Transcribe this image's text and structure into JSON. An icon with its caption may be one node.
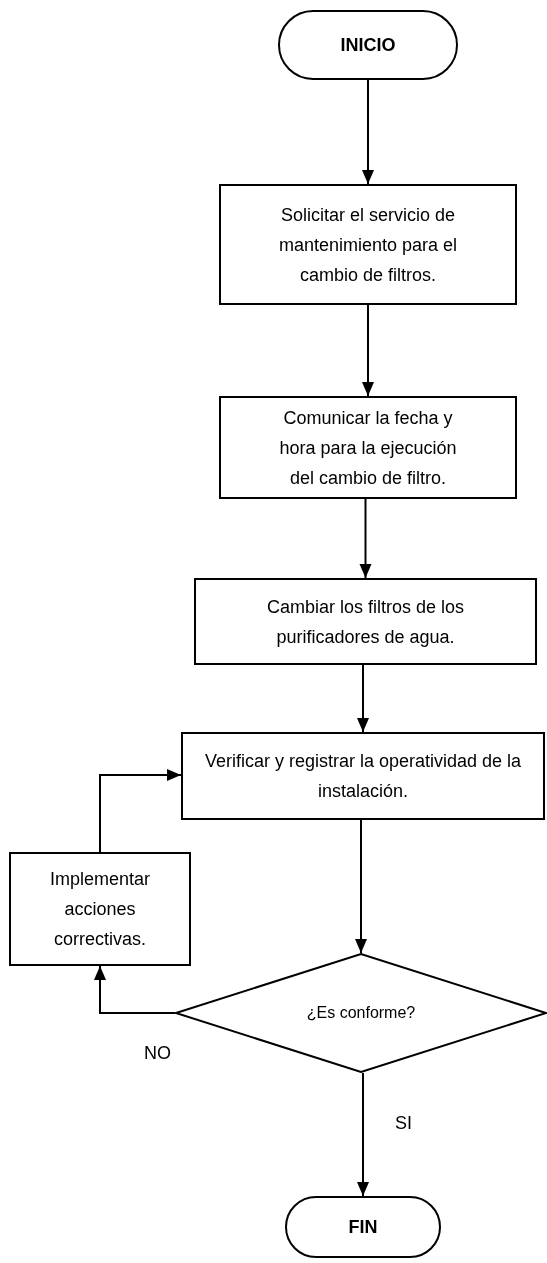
{
  "diagram": {
    "nodes": [
      {
        "text": [
          "INICIO"
        ]
      },
      {
        "text": [
          "Solicitar el servicio de mantenimiento para el cambio de filtros."
        ]
      },
      {
        "text": [
          "Comunicar la fecha y hora para la ejecución del cambio de filtro."
        ]
      },
      {
        "text": [
          "Cambiar los filtros de los purificadores de agua."
        ]
      },
      {
        "text": [
          "Verificar y registrar la operatividad de la instalación."
        ]
      },
      {
        "text": [
          "Implementar acciones correctivas."
        ]
      },
      {
        "text": [
          "¿Es conforme?"
        ]
      },
      {
        "text": [
          "FIN"
        ]
      }
    ],
    "edges": [
      {
        "from": 0,
        "to": 1,
        "arrow": "to"
      },
      {
        "from": 1,
        "to": 2,
        "arrow": "to"
      },
      {
        "from": 2,
        "to": 3,
        "arrow": "to"
      },
      {
        "from": 3,
        "to": 4,
        "arrow": "to"
      },
      {
        "from": 4,
        "to": 6,
        "arrow": "to"
      },
      {
        "from": 6,
        "to": 5,
        "arrow": "to",
        "label": "NO"
      },
      {
        "from": 6,
        "to": 7,
        "arrow": "to",
        "label": "SI"
      },
      {
        "from": 5,
        "to": 4,
        "arrow": "to"
      }
    ]
  }
}
